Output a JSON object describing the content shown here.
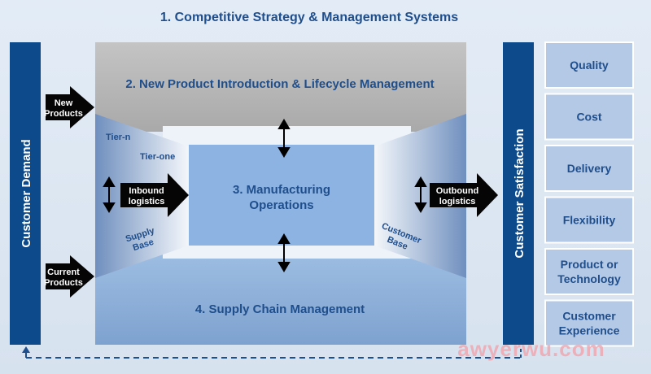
{
  "title": "1. Competitive Strategy & Management Systems",
  "new_product": "2. New Product Introduction & Lifecycle Management",
  "manufacturing": [
    "3. Manufacturing",
    "Operations"
  ],
  "supply_chain": "4. Supply Chain Management",
  "customer_demand": "Customer Demand",
  "customer_satisfaction": "Customer Satisfaction",
  "new_products": [
    "New",
    "Products"
  ],
  "current_products": [
    "Current",
    "Products"
  ],
  "inbound": [
    "Inbound",
    "logistics"
  ],
  "outbound": [
    "Outbound",
    "logistics"
  ],
  "tier_n": "Tier-n",
  "tier_one": "Tier-one",
  "supply_base": [
    "Supply",
    "Base"
  ],
  "customer_base": [
    "Customer",
    "Base"
  ],
  "satisfaction_items": [
    [
      "Quality"
    ],
    [
      "Cost"
    ],
    [
      "Delivery"
    ],
    [
      "Flexibility"
    ],
    [
      "Product or",
      "Technology"
    ],
    [
      "Customer",
      "Experience"
    ]
  ],
  "watermark": "awyerwu.com",
  "colors": {
    "navy": "#0c4a8c",
    "text_blue": "#1f4e8c",
    "mfg_blue": "#8fb4e2",
    "scm_blue": "#86a9d4",
    "npi_gray": "#bdbdbd"
  }
}
